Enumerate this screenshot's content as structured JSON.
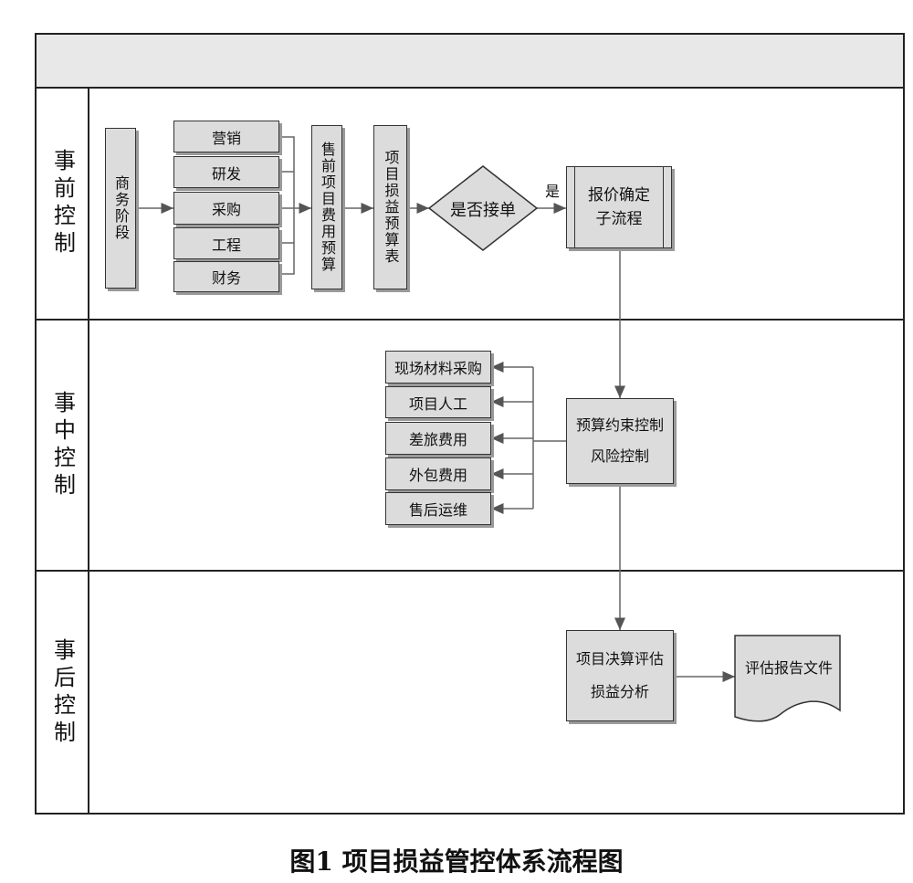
{
  "lanes": {
    "pre": "事前控制",
    "mid": "事中控制",
    "post": "事后控制"
  },
  "pre": {
    "business": "商务阶段",
    "depts": [
      "营销",
      "研发",
      "采购",
      "工程",
      "财务"
    ],
    "presales_budget": "售前项目费用预算",
    "profit_table": "项目损益预算表",
    "decision": "是否接单",
    "yes": "是",
    "quote": "报价确定子流程"
  },
  "mid": {
    "constraint_line1": "预算约束控制",
    "constraint_line2": "风险控制",
    "items": [
      "现场材料采购",
      "项目人工",
      "差旅费用",
      "外包费用",
      "售后运维"
    ]
  },
  "post": {
    "settle_line1": "项目决算评估",
    "settle_line2": "损益分析",
    "report": "评估报告文件"
  },
  "caption": "图1  项目损益管控体系流程图"
}
